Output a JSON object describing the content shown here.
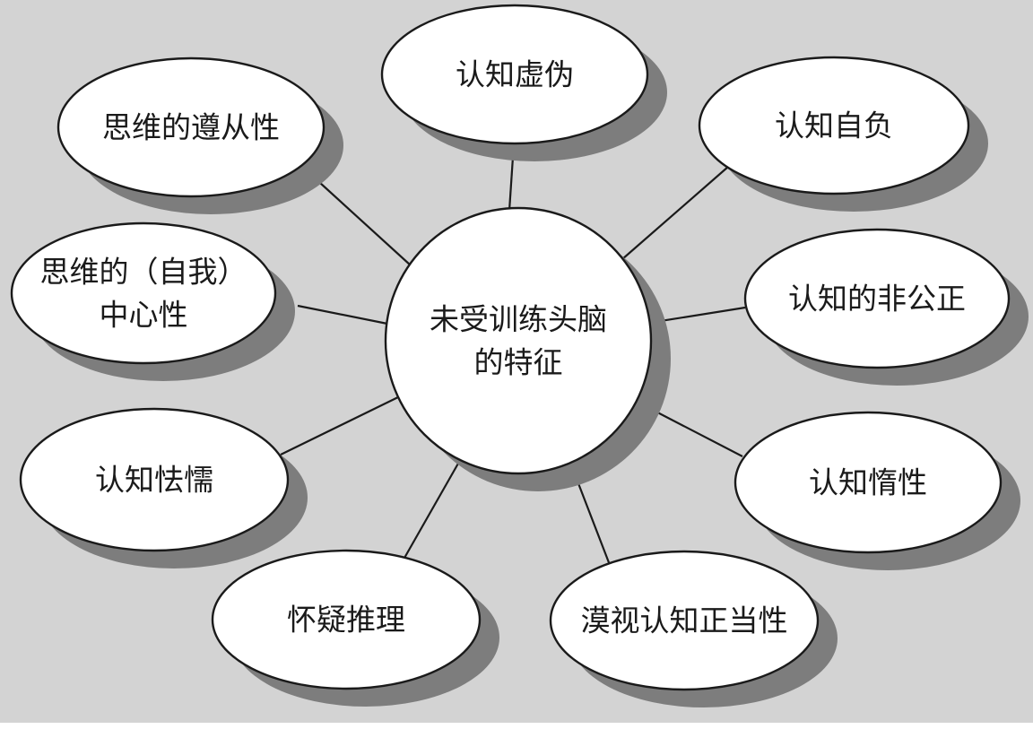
{
  "colors": {
    "background": "#d3d3d3",
    "node_fill": "#ffffff",
    "node_stroke": "#1a1a1a",
    "shadow": "#7d7d7d",
    "line": "#1a1a1a"
  },
  "center": {
    "lines": [
      "未受训练头脑",
      "的特征"
    ]
  },
  "nodes": [
    {
      "id": "cognitive-hypocrisy",
      "lines": [
        "认知虚伪"
      ]
    },
    {
      "id": "cognitive-arrogance",
      "lines": [
        "认知自负"
      ]
    },
    {
      "id": "cognitive-unfairness",
      "lines": [
        "认知的非公正"
      ]
    },
    {
      "id": "cognitive-laziness",
      "lines": [
        "认知惰性"
      ]
    },
    {
      "id": "disregard-cognitive-justification",
      "lines": [
        "漠视认知正当性"
      ]
    },
    {
      "id": "doubt-reasoning",
      "lines": [
        "怀疑推理"
      ]
    },
    {
      "id": "cognitive-cowardice",
      "lines": [
        "认知怯懦"
      ]
    },
    {
      "id": "egocentric-thinking",
      "lines": [
        "思维的（自我）",
        "中心性"
      ]
    },
    {
      "id": "conformity-of-thinking",
      "lines": [
        "思维的遵从性"
      ]
    }
  ]
}
